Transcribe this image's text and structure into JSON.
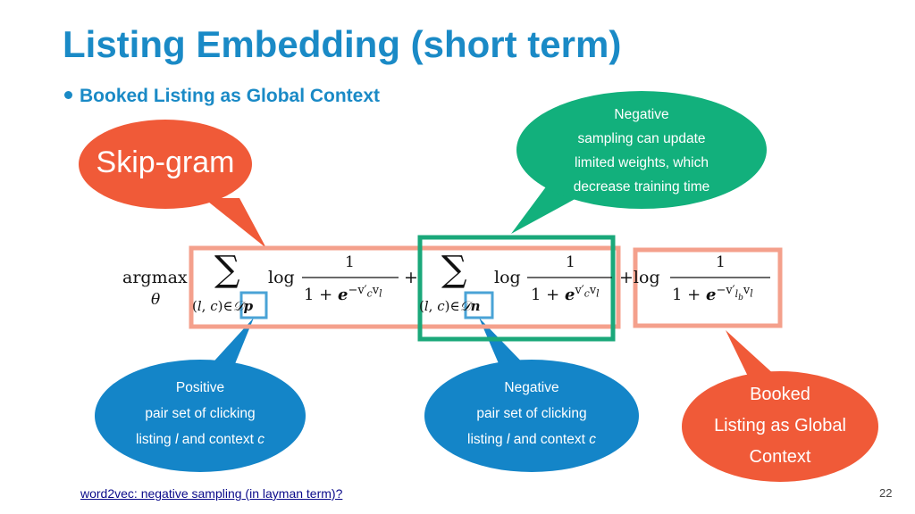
{
  "slide": {
    "title": "Listing Embedding (short term)",
    "bullet": "Booked Listing as Global Context",
    "footer_link": "word2vec: negative sampling (in layman term)?",
    "page_number": "22"
  },
  "callouts": {
    "skipgram": {
      "text": "Skip-gram",
      "color": "#f05a38"
    },
    "negative_sampling": {
      "lines": [
        "Negative",
        "sampling can update",
        "limited weights, which",
        "decrease training time"
      ],
      "color": "#12b07c"
    },
    "positive_pairs": {
      "lines": [
        "Positive",
        "pair set of clicking"
      ],
      "line3_a": "listing ",
      "line3_l": "l",
      "line3_b": " and context ",
      "line3_c": "c",
      "color": "#1485c8"
    },
    "negative_pairs": {
      "lines": [
        "Negative",
        "pair set of clicking"
      ],
      "line3_a": "listing ",
      "line3_l": "l",
      "line3_b": " and context ",
      "line3_c": "c",
      "color": "#1485c8"
    },
    "booked": {
      "lines": [
        "Booked",
        "Listing as Global",
        "Context"
      ],
      "color": "#f05a38"
    }
  },
  "formula": {
    "argmax": "argmax",
    "theta": "θ",
    "sum": "∑",
    "log": "log",
    "one": "1",
    "plus": "+",
    "one_plus": "1 + ",
    "e": "e",
    "exp1": "−v′",
    "exp1_sub": "c",
    "exp1_v": "v",
    "exp1_vsub": "l",
    "exp2": "v′",
    "exp2_sub": "c",
    "exp2_v": "v",
    "exp2_vsub": "l",
    "exp3": "−v′",
    "exp3_sub": "l",
    "exp3_subsub": "b",
    "exp3_v": "v",
    "exp3_vsub": "l",
    "sub1_a": "(",
    "sub1_l": "l",
    "sub1_b": ", ",
    "sub1_c": "c",
    "sub1_d": ")∈",
    "Dp": "𝒟",
    "Dp_sub": "p",
    "Dn_sub": "n"
  },
  "highlight_colors": {
    "skipgram_box": "#f4a08c",
    "negative_box": "#1aa87a",
    "booked_box": "#f4a08c",
    "small_box": "#4aa3d6"
  }
}
